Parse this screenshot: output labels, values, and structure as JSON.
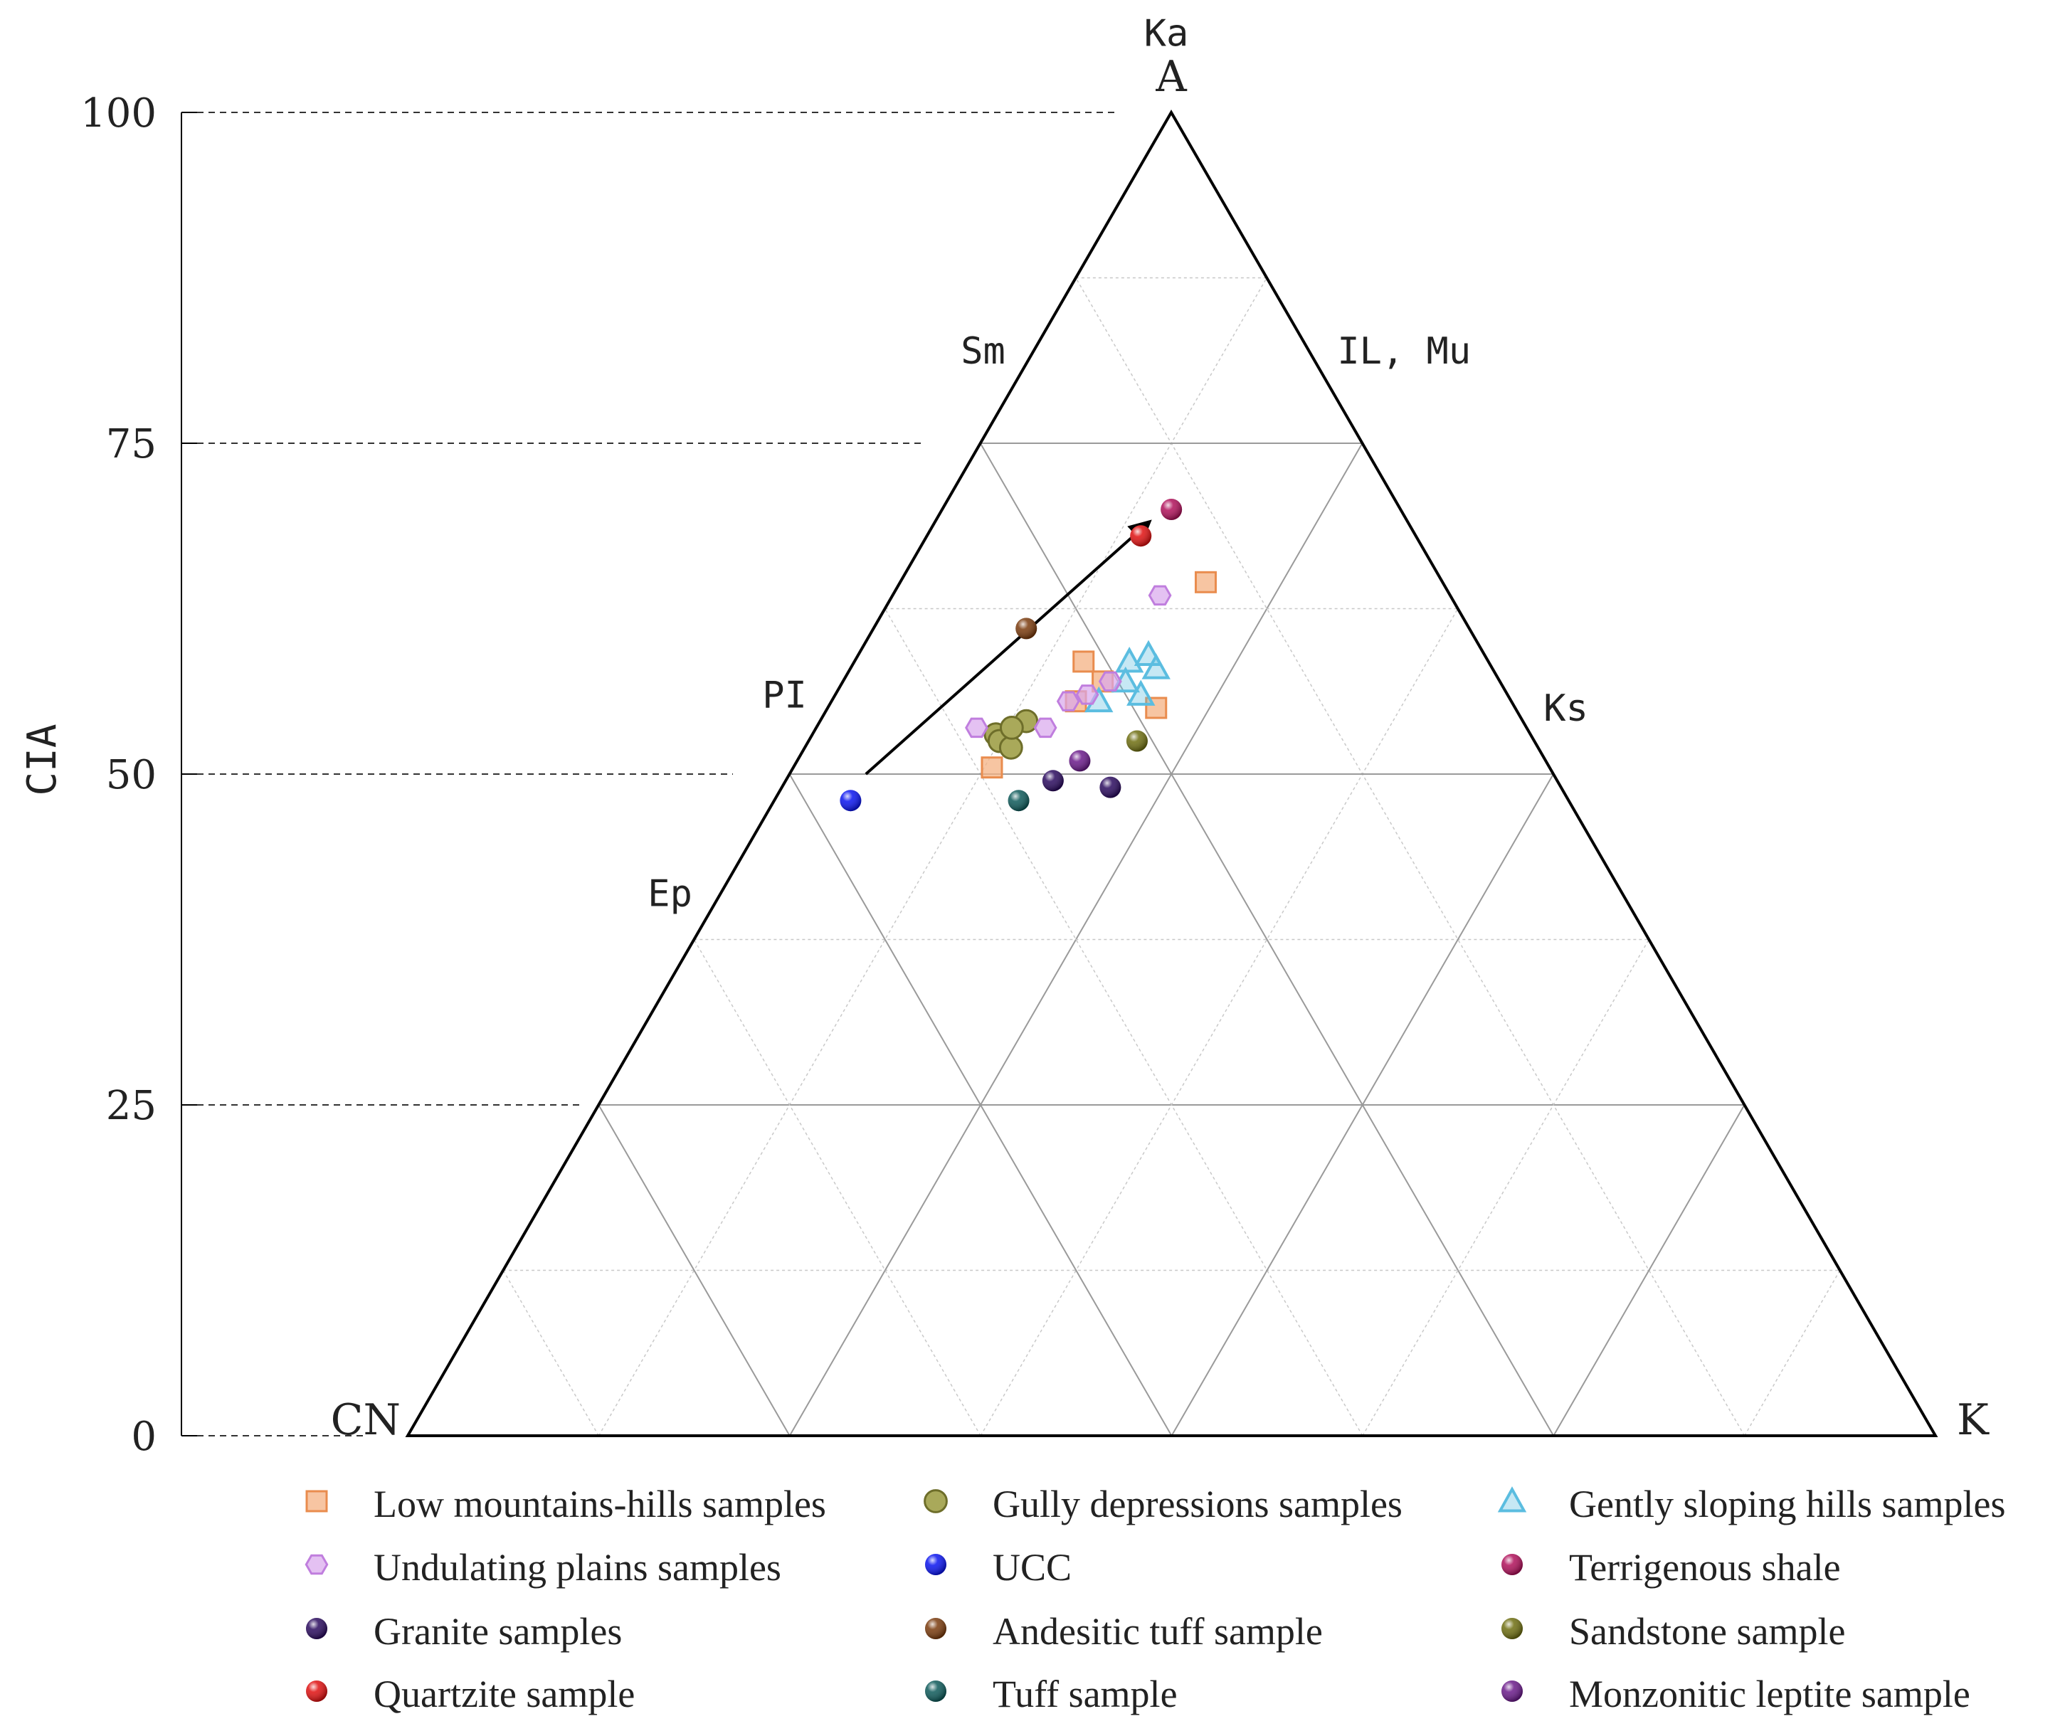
{
  "chart_data": {
    "type": "scatter",
    "subtype": "ternary A-CN-K diagram with CIA scale",
    "ylabel": "CIA",
    "ylim": [
      0,
      100
    ],
    "yticks": [
      100,
      75,
      50,
      25,
      0
    ],
    "grid": true,
    "vertices": {
      "top": "A",
      "left": "CN",
      "right": "K"
    },
    "mineral_labels": [
      {
        "text": "Ka",
        "a": 106,
        "k": 0
      },
      {
        "text": "Sm",
        "a": 82,
        "k": 0
      },
      {
        "text": "IL, Mu",
        "a": 82,
        "k": 18
      },
      {
        "text": "PI",
        "a": 56,
        "k": 0
      },
      {
        "text": "Ks",
        "a": 55,
        "k": 45
      },
      {
        "text": "Ep",
        "a": 41,
        "k": 0
      }
    ],
    "trend_arrow": {
      "from": {
        "a": 50,
        "k": 5
      },
      "to": {
        "a": 69,
        "k": 14
      }
    },
    "series": [
      {
        "name": "Low mountains-hills samples",
        "marker": "square",
        "color": "#f4b183",
        "points": [
          {
            "a": 64.5,
            "k": 20
          },
          {
            "a": 58.5,
            "k": 15
          },
          {
            "a": 55,
            "k": 21.5
          },
          {
            "a": 50.5,
            "k": 13
          },
          {
            "a": 57,
            "k": 17
          },
          {
            "a": 55.5,
            "k": 16
          }
        ]
      },
      {
        "name": "Gully depressions samples",
        "marker": "circle",
        "color": "#a9a95a",
        "points": [
          {
            "a": 53,
            "k": 12
          },
          {
            "a": 52.5,
            "k": 12.5
          },
          {
            "a": 52,
            "k": 13.5
          },
          {
            "a": 54,
            "k": 13.5
          },
          {
            "a": 53.5,
            "k": 12.8
          }
        ]
      },
      {
        "name": "Gently sloping hills samples",
        "marker": "triangle",
        "color": "#5bbde0",
        "points": [
          {
            "a": 59,
            "k": 19
          },
          {
            "a": 58,
            "k": 20
          },
          {
            "a": 56,
            "k": 20
          },
          {
            "a": 57,
            "k": 18.5
          },
          {
            "a": 55.5,
            "k": 17.5
          },
          {
            "a": 58.5,
            "k": 18
          }
        ]
      },
      {
        "name": "Undulating plains samples",
        "marker": "hexagon",
        "color": "#d9a6ec",
        "points": [
          {
            "a": 63.5,
            "k": 17.5
          },
          {
            "a": 53.5,
            "k": 10.5
          },
          {
            "a": 53.5,
            "k": 15
          },
          {
            "a": 55.5,
            "k": 15.5
          },
          {
            "a": 57,
            "k": 17.5
          },
          {
            "a": 56,
            "k": 16.5
          }
        ]
      },
      {
        "name": "UCC",
        "marker": "ball",
        "color": "#0a14f0",
        "points": [
          {
            "a": 48,
            "k": 5
          }
        ]
      },
      {
        "name": "Terrigenous shale",
        "marker": "ball",
        "color": "#b0105a",
        "points": [
          {
            "a": 70,
            "k": 15
          }
        ]
      },
      {
        "name": "Granite samples",
        "marker": "ball",
        "color": "#2a0a5e",
        "points": [
          {
            "a": 49.5,
            "k": 17.5
          },
          {
            "a": 49,
            "k": 21.5
          }
        ]
      },
      {
        "name": "Andesitic tuff sample",
        "marker": "ball",
        "color": "#7a3a0c",
        "points": [
          {
            "a": 61,
            "k": 10
          }
        ]
      },
      {
        "name": "Sandstone sample",
        "marker": "ball",
        "color": "#6e6e10",
        "points": [
          {
            "a": 52.5,
            "k": 21.5
          }
        ]
      },
      {
        "name": "Quartzite sample",
        "marker": "ball",
        "color": "#e01010",
        "points": [
          {
            "a": 68,
            "k": 14
          }
        ]
      },
      {
        "name": "Tuff sample",
        "marker": "ball",
        "color": "#0d5a5a",
        "points": [
          {
            "a": 48,
            "k": 16
          }
        ]
      },
      {
        "name": "Monzonitic leptite sample",
        "marker": "ball",
        "color": "#6a1a8a",
        "points": [
          {
            "a": 51,
            "k": 18.5
          }
        ]
      }
    ]
  }
}
